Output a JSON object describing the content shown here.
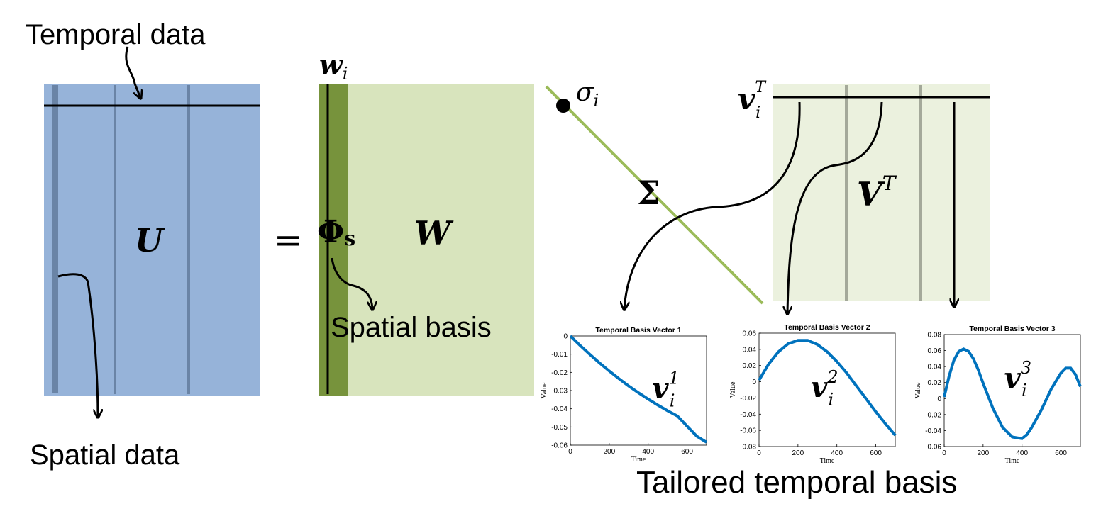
{
  "labels": {
    "temporal_data": "Temporal data",
    "spatial_data": "Spatial data",
    "spatial_basis": "Spatial basis",
    "tailored_temporal_basis": "Tailored temporal basis"
  },
  "math": {
    "U": "U",
    "equals": "=",
    "Phi": "Φ",
    "Phi_sub": "s",
    "W": "W",
    "w": "w",
    "w_sub": "i",
    "sigma": "σ",
    "sigma_sub": "i",
    "Sigma": "Σ",
    "v": "v",
    "v_sub": "i",
    "v_sup": "T",
    "V": "V",
    "V_sup": "T"
  },
  "colors": {
    "U_matrix": "#96b3d9",
    "U_lines": "#6a84a6",
    "W_matrix": "#d8e4bd",
    "W_column": "#77933c",
    "diagonal": "#9bbb59",
    "VT_matrix": "#ebf1de",
    "VT_lines": "#a4a99a",
    "curve": "#0072bd"
  },
  "chart_data": [
    {
      "type": "line",
      "title": "Temporal Basis Vector 1",
      "xlabel": "Time",
      "ylabel": "Value",
      "xlim": [
        0,
        700
      ],
      "ylim": [
        -0.06,
        0
      ],
      "xticks": [
        0,
        200,
        400,
        600
      ],
      "yticks": [
        0,
        -0.01,
        -0.02,
        -0.03,
        -0.04,
        -0.05,
        -0.06
      ],
      "ytick_labels": [
        "0",
        "-0.01",
        "-0.02",
        "-0.03",
        "-0.04",
        "-0.05",
        "-0.06"
      ],
      "annotation": {
        "base": "v",
        "sub": "i",
        "sup": "1"
      },
      "x": [
        0,
        50,
        100,
        150,
        200,
        250,
        300,
        350,
        400,
        450,
        500,
        550,
        600,
        650,
        700
      ],
      "y": [
        0,
        -0.0052,
        -0.0101,
        -0.0148,
        -0.0193,
        -0.0235,
        -0.0275,
        -0.0312,
        -0.0347,
        -0.038,
        -0.0411,
        -0.044,
        -0.0496,
        -0.0551,
        -0.0584
      ]
    },
    {
      "type": "line",
      "title": "Temporal Basis Vector 2",
      "xlabel": "Time",
      "ylabel": "Value",
      "xlim": [
        0,
        700
      ],
      "ylim": [
        -0.08,
        0.06
      ],
      "xticks": [
        0,
        200,
        400,
        600
      ],
      "yticks": [
        0.06,
        0.04,
        0.02,
        0,
        -0.02,
        -0.04,
        -0.06,
        -0.08
      ],
      "ytick_labels": [
        "0.06",
        "0.04",
        "0.02",
        "0",
        "-0.02",
        "-0.04",
        "-0.06",
        "-0.08"
      ],
      "annotation": {
        "base": "v",
        "sub": "i",
        "sup": "2"
      },
      "x": [
        0,
        50,
        100,
        150,
        200,
        250,
        300,
        350,
        400,
        450,
        500,
        550,
        600,
        650,
        700
      ],
      "y": [
        0.002,
        0.022,
        0.037,
        0.047,
        0.051,
        0.051,
        0.046,
        0.037,
        0.025,
        0.011,
        -0.005,
        -0.021,
        -0.037,
        -0.052,
        -0.066
      ]
    },
    {
      "type": "line",
      "title": "Temporal Basis Vector 3",
      "xlabel": "Time",
      "ylabel": "Value",
      "xlim": [
        0,
        700
      ],
      "ylim": [
        -0.06,
        0.08
      ],
      "xticks": [
        0,
        200,
        400,
        600
      ],
      "yticks": [
        0.08,
        0.06,
        0.04,
        0.02,
        0,
        -0.02,
        -0.04,
        -0.06
      ],
      "ytick_labels": [
        "0.08",
        "0.06",
        "0.04",
        "0.02",
        "0",
        "-0.02",
        "-0.04",
        "-0.06"
      ],
      "annotation": {
        "base": "v",
        "sub": "i",
        "sup": "3"
      },
      "x": [
        0,
        25,
        50,
        75,
        100,
        125,
        150,
        175,
        200,
        250,
        300,
        350,
        400,
        425,
        450,
        500,
        550,
        600,
        625,
        650,
        675,
        700
      ],
      "y": [
        0.002,
        0.028,
        0.048,
        0.059,
        0.062,
        0.059,
        0.05,
        0.036,
        0.019,
        -0.012,
        -0.036,
        -0.048,
        -0.05,
        -0.045,
        -0.036,
        -0.014,
        0.012,
        0.032,
        0.038,
        0.038,
        0.03,
        0.015
      ]
    }
  ]
}
